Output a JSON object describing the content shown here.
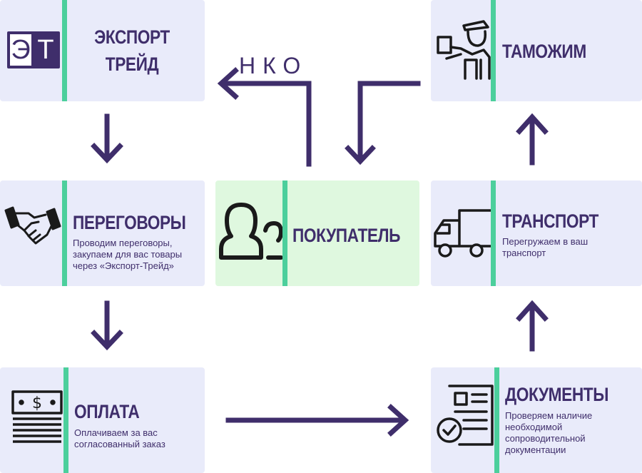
{
  "nodes": {
    "export_trade": {
      "title_line1": "ЭКСПОРТ",
      "title_line2": "ТРЕЙД",
      "logo_left": "Э",
      "logo_right": "Т"
    },
    "customs": {
      "title": "ТАМОЖИМ"
    },
    "negotiations": {
      "title": "ПЕРЕГОВОРЫ",
      "desc_line1": "Проводим переговоры,",
      "desc_line2": "закупаем для вас товары",
      "desc_line3": "через «Экспорт-Трейд»"
    },
    "buyer": {
      "title": "ПОКУПАТЕЛЬ"
    },
    "transport": {
      "title": "ТРАНСПОРТ",
      "desc_line1": "Перегружаем в ваш",
      "desc_line2": "транспорт"
    },
    "payment": {
      "title": "ОПЛАТА",
      "desc_line1": "Оплачиваем за вас",
      "desc_line2": "согласованный заказ"
    },
    "documents": {
      "title": "ДОКУМЕНТЫ",
      "desc_line1": "Проверяем наличие",
      "desc_line2": "необходимой",
      "desc_line3": "сопроводительной",
      "desc_line4": "документации"
    }
  },
  "edges": {
    "nko_label": "НКО"
  },
  "colors": {
    "card_bg": "#e9ebfa",
    "buyer_bg": "#dff8df",
    "accent_bar": "#4ccf9c",
    "primary": "#3f2e6b"
  },
  "icons": {
    "export_trade": "et-logo-icon",
    "customs": "customs-officer-icon",
    "negotiations": "handshake-icon",
    "buyer": "users-icon",
    "transport": "truck-icon",
    "payment": "money-stack-icon",
    "documents": "document-check-icon"
  }
}
